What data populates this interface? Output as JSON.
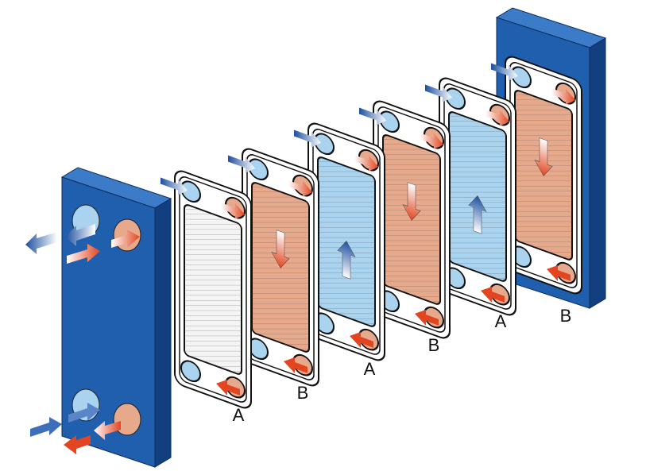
{
  "diagram": {
    "type": "plate-heat-exchanger-exploded",
    "plates": [
      {
        "label": "A",
        "medium": "cold"
      },
      {
        "label": "B",
        "medium": "hot"
      },
      {
        "label": "A",
        "medium": "cold"
      },
      {
        "label": "B",
        "medium": "hot"
      },
      {
        "label": "A",
        "medium": "cold"
      },
      {
        "label": "B",
        "medium": "hot"
      }
    ],
    "colors": {
      "frame": "#1f5fae",
      "frame_side": "#123f80",
      "hot_plate": "#e6a98c",
      "cold_plate": "#a9d3ee",
      "plain_plate": "#f4f4f4",
      "hot_arrow": "#e2451f",
      "cold_arrow": "#1d4fa0"
    }
  }
}
